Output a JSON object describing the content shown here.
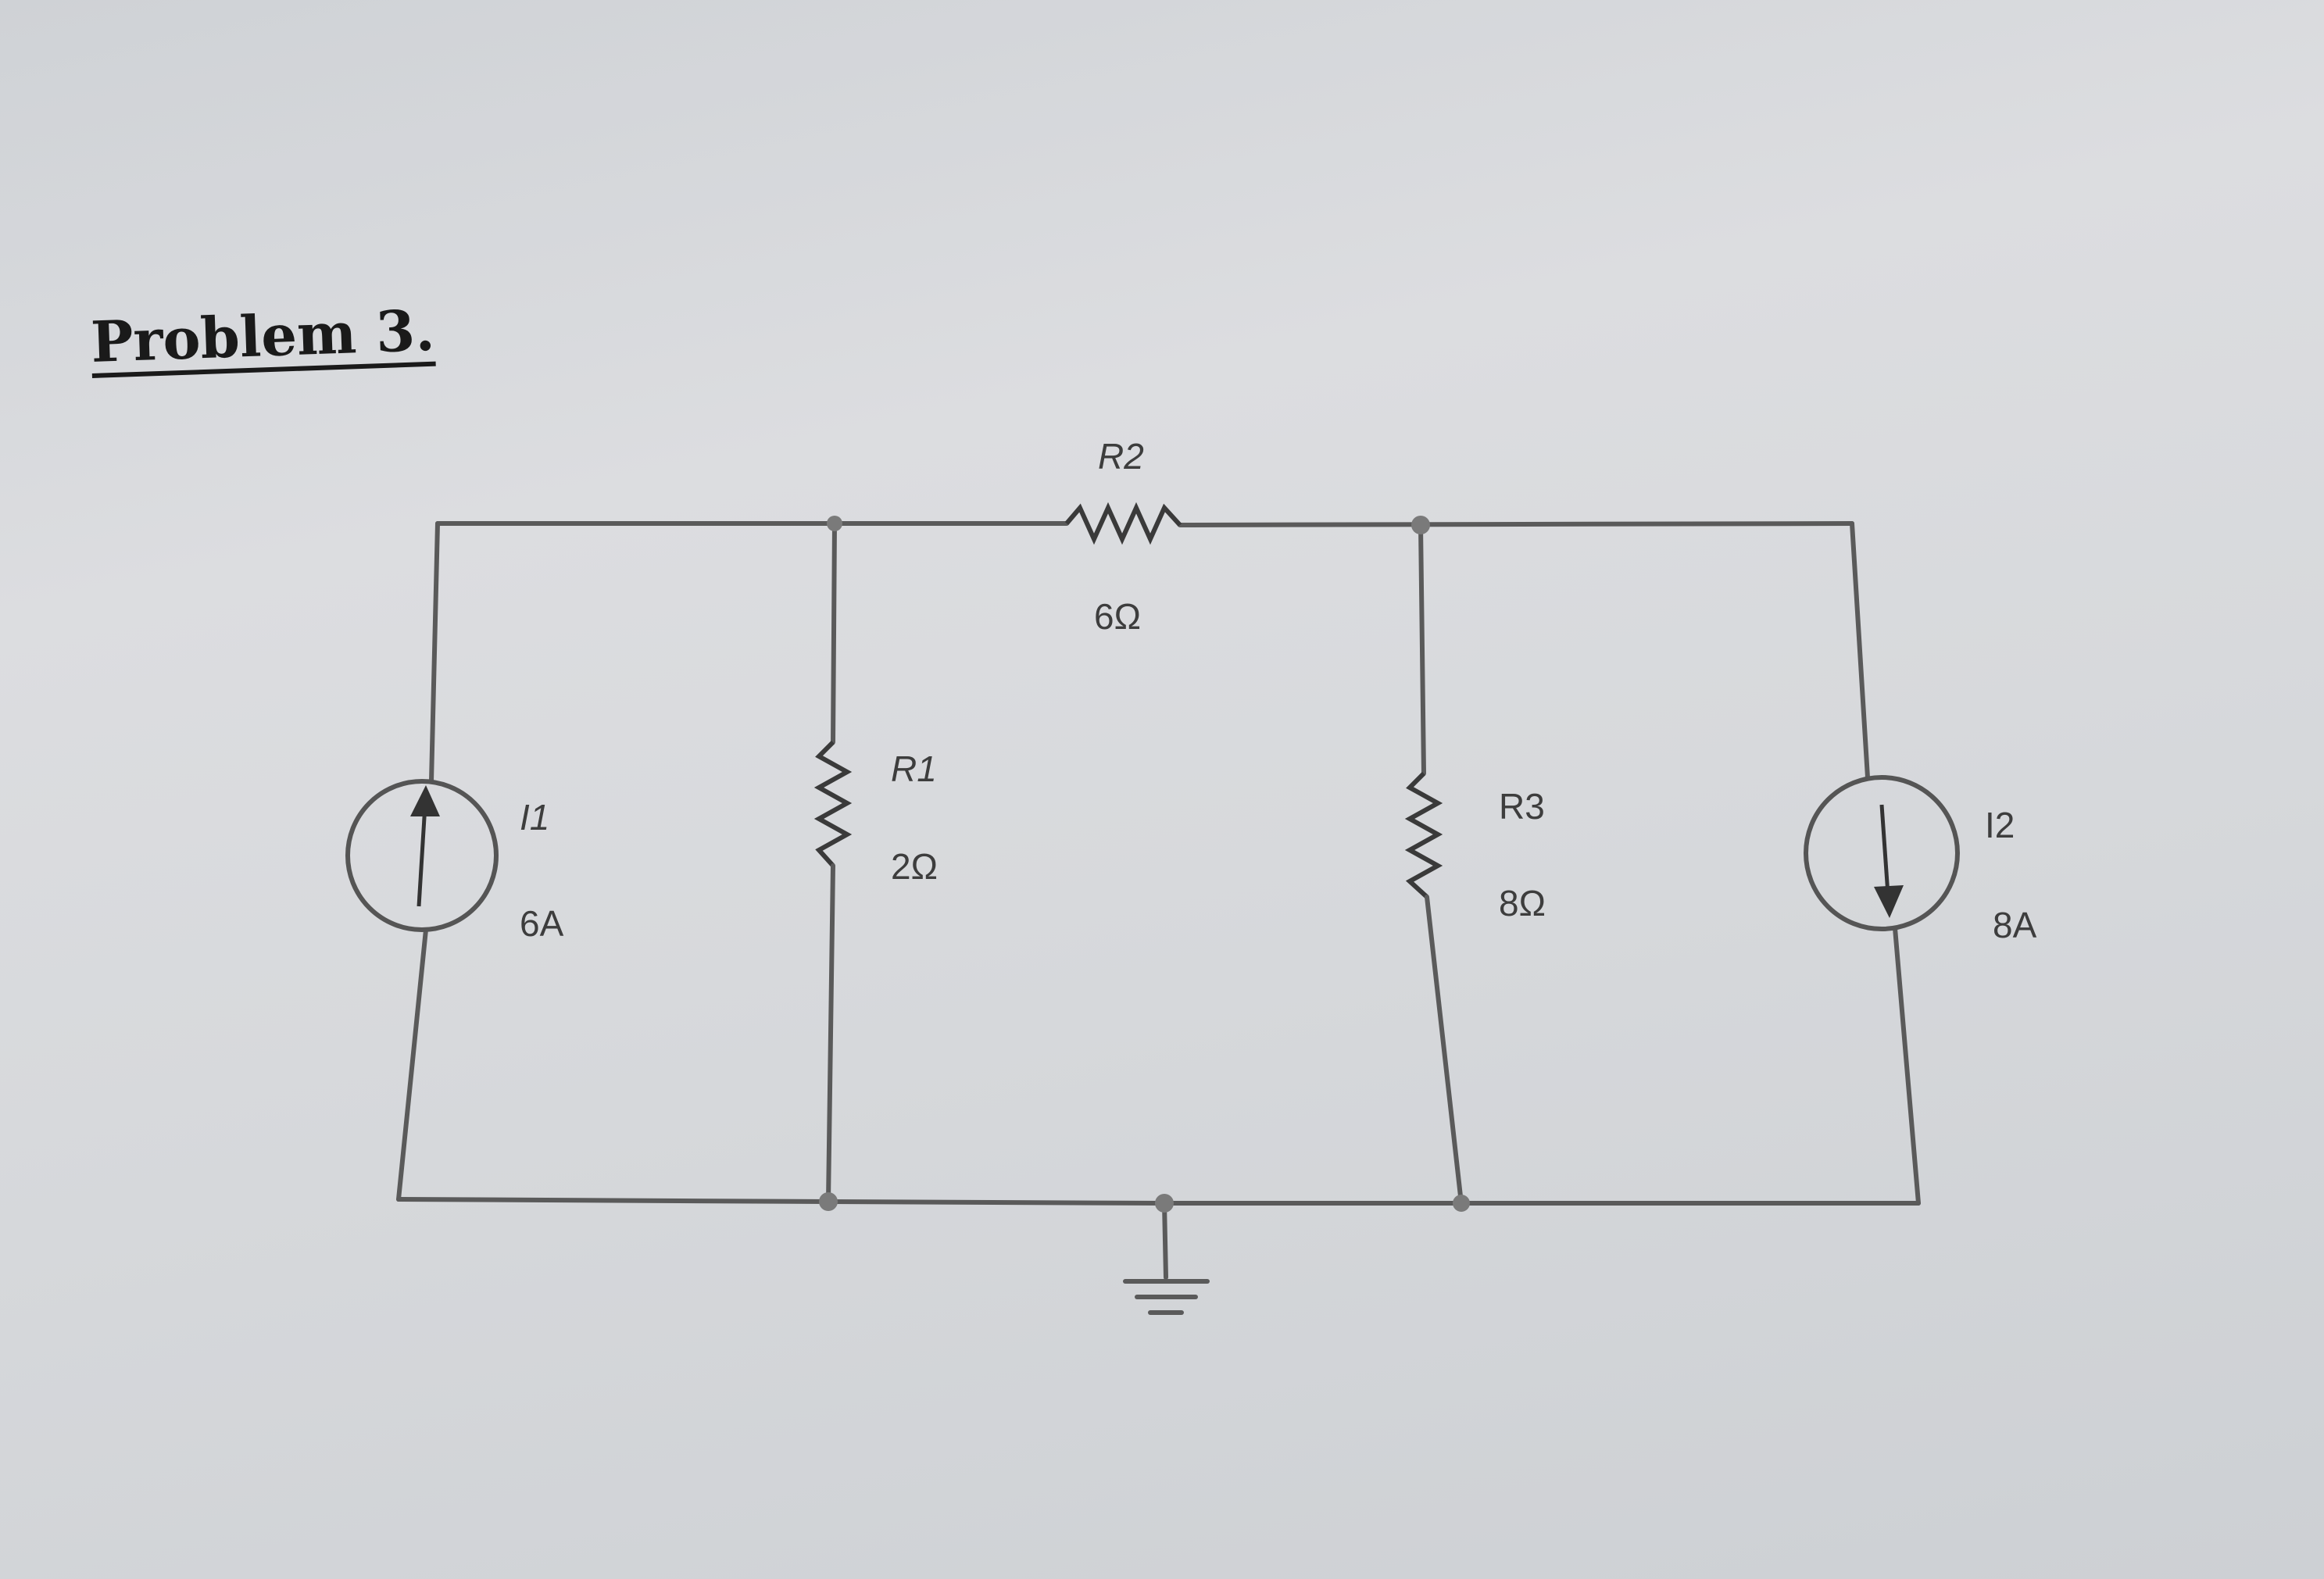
{
  "problem": {
    "title": "Problem 3."
  },
  "components": {
    "I1": {
      "label": "I1",
      "value": "6A",
      "direction": "up"
    },
    "R1": {
      "label": "R1",
      "value": "2Ω"
    },
    "R2": {
      "label": "R2",
      "value": "6Ω"
    },
    "R3": {
      "label": "R3",
      "value": "8Ω"
    },
    "I2": {
      "label": "I2",
      "value": "8A",
      "direction": "down"
    }
  },
  "colors": {
    "wire": "#5a5a5a",
    "ink": "#1a1a1a",
    "paper": "#d8dadd"
  }
}
